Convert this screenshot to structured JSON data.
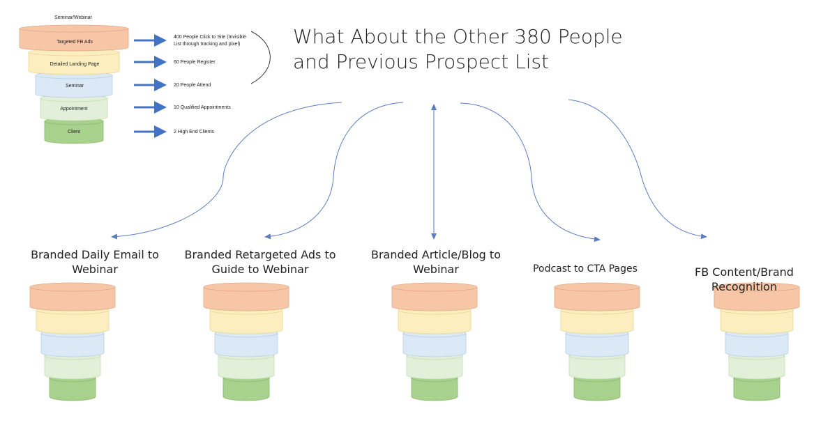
{
  "main_funnel": {
    "title": "Seminar/Webinar",
    "stages": [
      {
        "label": "Targeted FB Ads",
        "color": "#f7c6a7",
        "edge": "#e0a783"
      },
      {
        "label": "Detailed Landing Page",
        "color": "#fdeebf",
        "edge": "#e8d497"
      },
      {
        "label": "Seminar",
        "color": "#dbe8f6",
        "edge": "#b7cde6"
      },
      {
        "label": "Appointment",
        "color": "#e2f0d9",
        "edge": "#c2dcb2"
      },
      {
        "label": "Client",
        "color": "#a9d18e",
        "edge": "#88b86b"
      }
    ],
    "stats": [
      "400 People Click to Site (Invisible List through tracking and pixel)",
      "60 People Register",
      "20 People Attend",
      "10 Qualified Appointments",
      "2 High End Clients"
    ]
  },
  "headline": {
    "line1": "What About the Other 380 People",
    "line2": "and Previous Prospect List"
  },
  "channels": [
    {
      "line1": "Branded Daily Email to",
      "line2": "Webinar"
    },
    {
      "line1": "Branded Retargeted Ads to",
      "line2": "Guide to Webinar"
    },
    {
      "line1": "Branded Article/Blog to",
      "line2": "Webinar"
    },
    {
      "line1": "Podcast to CTA Pages",
      "line2": ""
    },
    {
      "line1": "FB Content/Brand Recognition",
      "line2": ""
    }
  ],
  "colors": {
    "arrow_blue": "#4472c4",
    "connector_blue": "#5b7bc0",
    "bracket": "#333333"
  }
}
